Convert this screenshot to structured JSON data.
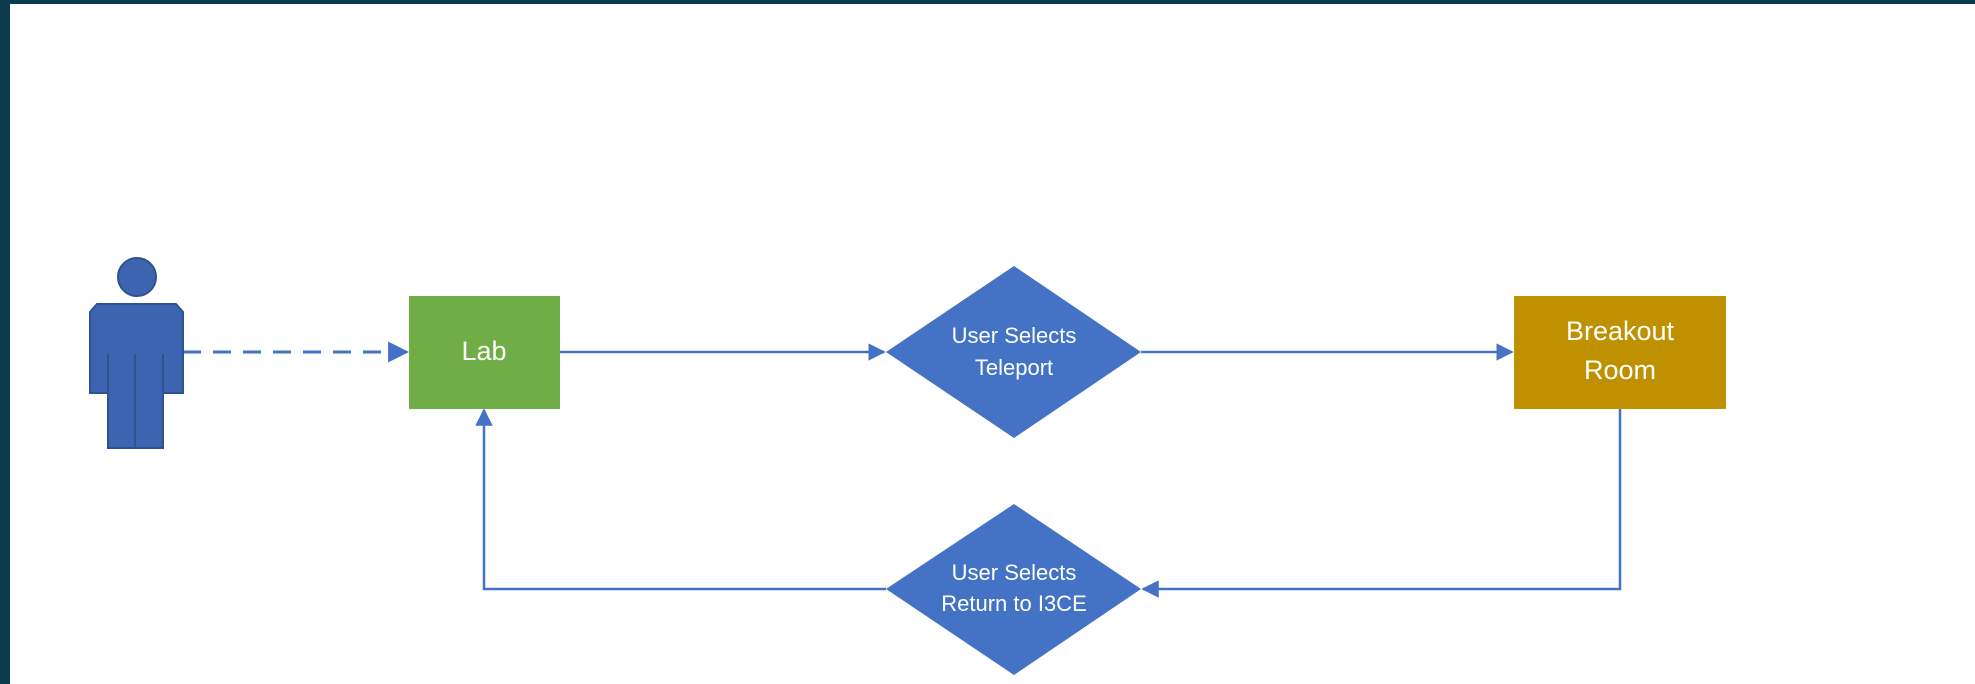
{
  "diagram": {
    "nodes": {
      "user": {
        "kind": "actor",
        "icon": "person-icon"
      },
      "lab": {
        "label": "Lab"
      },
      "teleport": {
        "label_line1": "User Selects",
        "label_line2": "Teleport"
      },
      "breakout": {
        "label_line1": "Breakout",
        "label_line2": "Room"
      },
      "return": {
        "label_line1": "User Selects",
        "label_line2": "Return to I3CE"
      }
    },
    "edges": [
      {
        "from": "user",
        "to": "lab",
        "style": "dashed"
      },
      {
        "from": "lab",
        "to": "teleport",
        "style": "solid"
      },
      {
        "from": "teleport",
        "to": "breakout",
        "style": "solid"
      },
      {
        "from": "breakout",
        "to": "return",
        "style": "solid"
      },
      {
        "from": "return",
        "to": "lab",
        "style": "solid"
      }
    ],
    "colors": {
      "background_frame": "#0b3a4f",
      "canvas": "#ffffff",
      "actor": "#3d64b0",
      "lab": "#70ad47",
      "decision": "#4472c4",
      "breakout": "#bf9000",
      "connector": "#4472c4",
      "label": "#ffffff"
    }
  }
}
